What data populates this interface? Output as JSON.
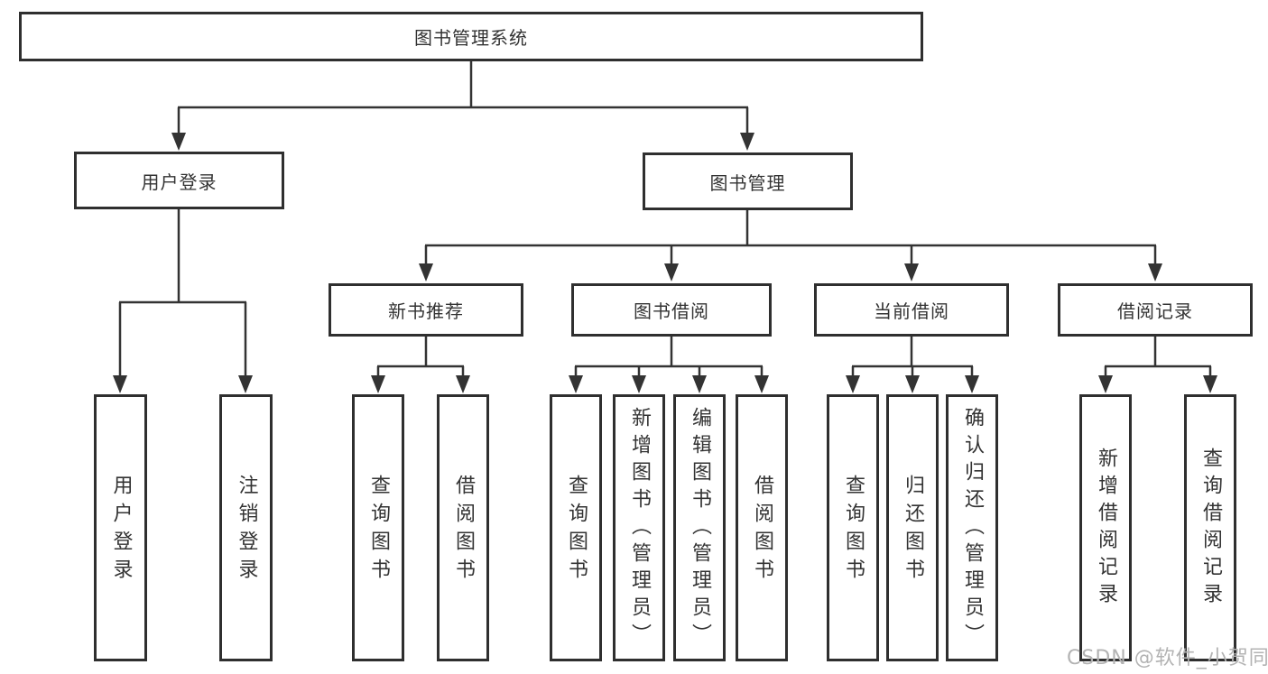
{
  "colors": {
    "line": "#333333",
    "border": "#2f2f2f",
    "text": "#333333",
    "watermark": "#b3b3b3",
    "background": "#ffffff"
  },
  "tree": {
    "root": "图书管理系统",
    "user_login": {
      "label": "用户登录",
      "children": [
        "用户登录",
        "注销登录"
      ]
    },
    "book_mgmt": {
      "label": "图书管理",
      "sections": [
        {
          "label": "新书推荐",
          "children": [
            "查询图书",
            "借阅图书"
          ]
        },
        {
          "label": "图书借阅",
          "children": [
            "查询图书",
            "新增图书（管理员）",
            "编辑图书（管理员）",
            "借阅图书"
          ]
        },
        {
          "label": "当前借阅",
          "children": [
            "查询图书",
            "归还图书",
            "确认归还（管理员）"
          ]
        },
        {
          "label": "借阅记录",
          "children": [
            "新增借阅记录",
            "查询借阅记录"
          ]
        }
      ]
    }
  },
  "watermark": "CSDN @软件_小贺同学"
}
